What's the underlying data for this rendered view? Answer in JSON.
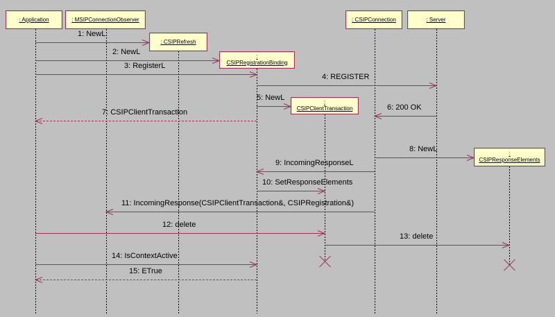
{
  "diagram": {
    "type": "uml-sequence",
    "colors": {
      "background": "#c0c0c0",
      "object_fill": "#ffffcc",
      "object_border": "#a0305a",
      "message_line": "#a0305a",
      "lifeline": "#000000"
    },
    "objects": [
      {
        "id": "app",
        "label": ": Application",
        "two_line": false
      },
      {
        "id": "obs",
        "label": ": MSIPConnectionObserver",
        "two_line": false
      },
      {
        "id": "refresh",
        "label": ": CSIPRefresh",
        "two_line": false
      },
      {
        "id": "binding",
        "label": "CSIPRegistrationBinding",
        "prefix": ":",
        "two_line": true
      },
      {
        "id": "trans",
        "label": "CSIPClientTransaction",
        "prefix": ":",
        "two_line": true
      },
      {
        "id": "conn",
        "label": ": CSIPConnection",
        "two_line": false
      },
      {
        "id": "server",
        "label": ": Server",
        "two_line": false
      },
      {
        "id": "resp",
        "label": "CSIPResponseElements",
        "prefix": ":",
        "two_line": true
      }
    ],
    "messages": [
      {
        "seq": 1,
        "text": "1: NewL",
        "from": "app",
        "to": "refresh",
        "kind": "create"
      },
      {
        "seq": 2,
        "text": "2: NewL",
        "from": "app",
        "to": "binding",
        "kind": "create"
      },
      {
        "seq": 3,
        "text": "3: RegisterL",
        "from": "app",
        "to": "binding",
        "kind": "call"
      },
      {
        "seq": 4,
        "text": "4: REGISTER",
        "from": "binding",
        "to": "server",
        "kind": "call"
      },
      {
        "seq": 5,
        "text": "5: NewL",
        "from": "binding",
        "to": "trans",
        "kind": "create"
      },
      {
        "seq": 6,
        "text": "6: 200 OK",
        "from": "server",
        "to": "conn",
        "kind": "call"
      },
      {
        "seq": 7,
        "text": "7: CSIPClientTransaction",
        "from": "binding",
        "to": "app",
        "kind": "return"
      },
      {
        "seq": 8,
        "text": "8: NewL",
        "from": "conn",
        "to": "resp",
        "kind": "create"
      },
      {
        "seq": 9,
        "text": "9: IncomingResponseL",
        "from": "conn",
        "to": "binding",
        "kind": "call"
      },
      {
        "seq": 10,
        "text": "10: SetResponseElements",
        "from": "binding",
        "to": "trans",
        "kind": "call"
      },
      {
        "seq": 11,
        "text": "11: IncomingResponse(CSIPClientTransaction&, CSIPRegistration&)",
        "from": "conn",
        "to": "obs",
        "kind": "call"
      },
      {
        "seq": 12,
        "text": "12: delete",
        "from": "app",
        "to": "trans",
        "kind": "call"
      },
      {
        "seq": 13,
        "text": "13: delete",
        "from": "trans",
        "to": "resp",
        "kind": "call"
      },
      {
        "seq": 14,
        "text": "14: IsContextActive",
        "from": "app",
        "to": "binding",
        "kind": "call"
      },
      {
        "seq": 15,
        "text": "15: ETrue",
        "from": "binding",
        "to": "app",
        "kind": "return"
      }
    ],
    "destroyed": [
      "trans",
      "resp"
    ]
  }
}
